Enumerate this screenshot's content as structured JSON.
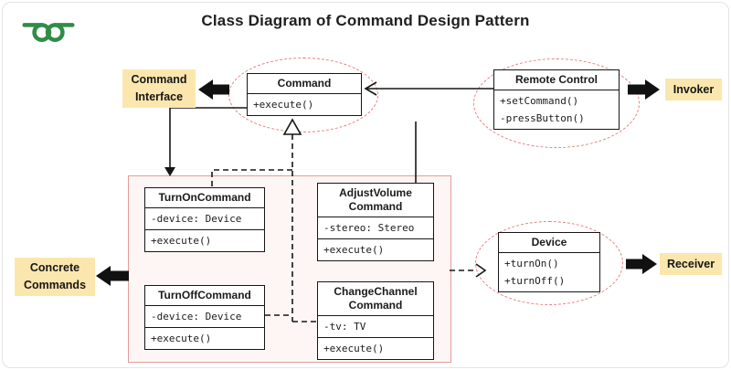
{
  "title": "Class Diagram of Command Design Pattern",
  "logo": {
    "name": "geeksforgeeks-logo",
    "color": "#2f8d46"
  },
  "colors": {
    "label_highlight_bg": "#fbe7ae",
    "group_border_pink": "#e49c9c",
    "ellipse_dashed_pink": "#e57f7f",
    "line_black": "#161616",
    "brand_green": "#2f8d46"
  },
  "labels": {
    "command_interface": "Command\nInterface",
    "invoker": "Invoker",
    "concrete_commands": "Concrete\nCommands",
    "receiver": "Receiver"
  },
  "classes": {
    "command": {
      "name": "Command",
      "members": [
        "+execute()"
      ]
    },
    "remote_control": {
      "name": "Remote Control",
      "members": [
        "+setCommand()",
        "-pressButton()"
      ]
    },
    "turn_on": {
      "name": "TurnOnCommand",
      "attributes": [
        "-device: Device"
      ],
      "methods": [
        "+execute()"
      ]
    },
    "adjust_volume": {
      "name": "AdjustVolume\nCommand",
      "attributes": [
        "-stereo: Stereo"
      ],
      "methods": [
        "+execute()"
      ]
    },
    "turn_off": {
      "name": "TurnOffCommand",
      "attributes": [
        "-device: Device"
      ],
      "methods": [
        "+execute()"
      ]
    },
    "change_channel": {
      "name": "ChangeChannel\nCommand",
      "attributes": [
        "-tv: TV"
      ],
      "methods": [
        "+execute()"
      ]
    },
    "device": {
      "name": "Device",
      "members": [
        "+turnOn()",
        "+turnOff()"
      ]
    }
  }
}
